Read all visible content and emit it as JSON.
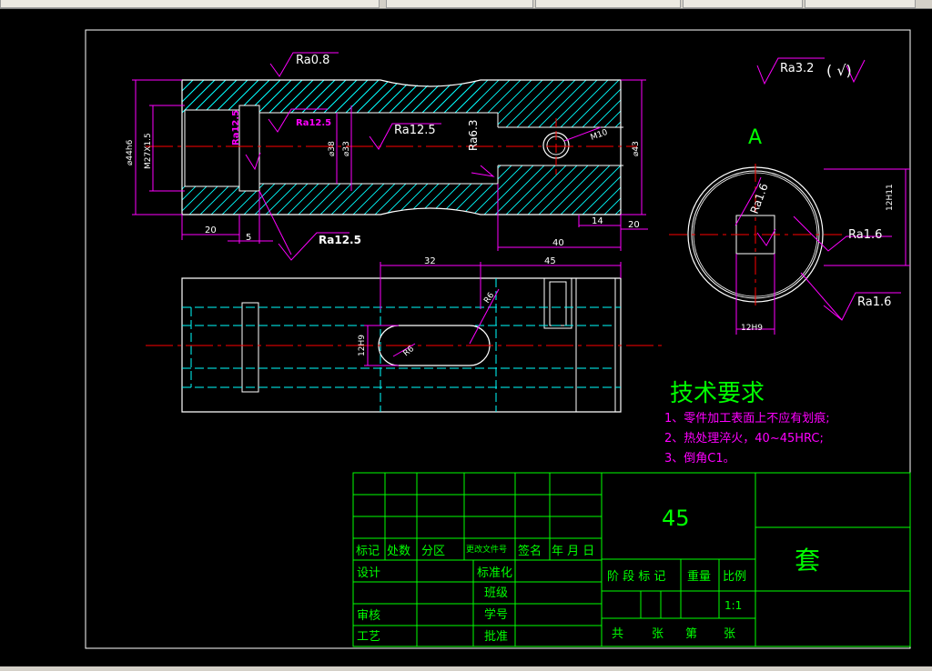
{
  "roughness": {
    "ra08": "Ra0.8",
    "ra125_a": "Ra12.5",
    "ra125_b": "Ra12.5",
    "ra125_c": "Ra12.5",
    "ra63": "Ra6.3",
    "ra125_bore": "Ra12.5",
    "ra16_a": "Ra1.6",
    "ra16_b": "Ra1.6",
    "ra16_c": "Ra1.6",
    "ra32": "Ra3.2",
    "ra32_paren": "(  √)"
  },
  "dimensions": {
    "d44": "⌀44h6",
    "m27": "M27X1.5",
    "d38": "⌀38",
    "d33": "⌀33",
    "d43": "⌀43",
    "m10": "M10",
    "w20_left": "20",
    "w5": "5",
    "w40": "40",
    "w14": "14",
    "w20_right": "20",
    "w32": "32",
    "w45": "45",
    "r6_a": "R6",
    "r6_b": "R6",
    "h12": "12H9",
    "w12": "12H9",
    "h12h11": "12H11"
  },
  "section_label": "A",
  "tech": {
    "title": "技术要求",
    "items": [
      "1、零件加工表面上不应有划痕;",
      "2、热处理淬火，40~45HRC;",
      "3、倒角C1。"
    ]
  },
  "title_block": {
    "material": "45",
    "part_name": "套",
    "row_labels": [
      "标记",
      "处数",
      "分区",
      "更改文件号",
      "签名",
      "年 月 日"
    ],
    "design": "设计",
    "standard": "标准化",
    "class": "班级",
    "review": "审核",
    "student_id": "学号",
    "process": "工艺",
    "approve": "批准",
    "stage": "阶 段 标 记",
    "weight": "重量",
    "ratio_label": "比例",
    "ratio": "1:1",
    "sheets": [
      "共",
      "张",
      "第",
      "张"
    ]
  },
  "colors": {
    "outline": "#ffffff",
    "dim": "#ff00ff",
    "hatch": "#00ffff",
    "center": "#ff0000",
    "grid": "#00ff00"
  }
}
